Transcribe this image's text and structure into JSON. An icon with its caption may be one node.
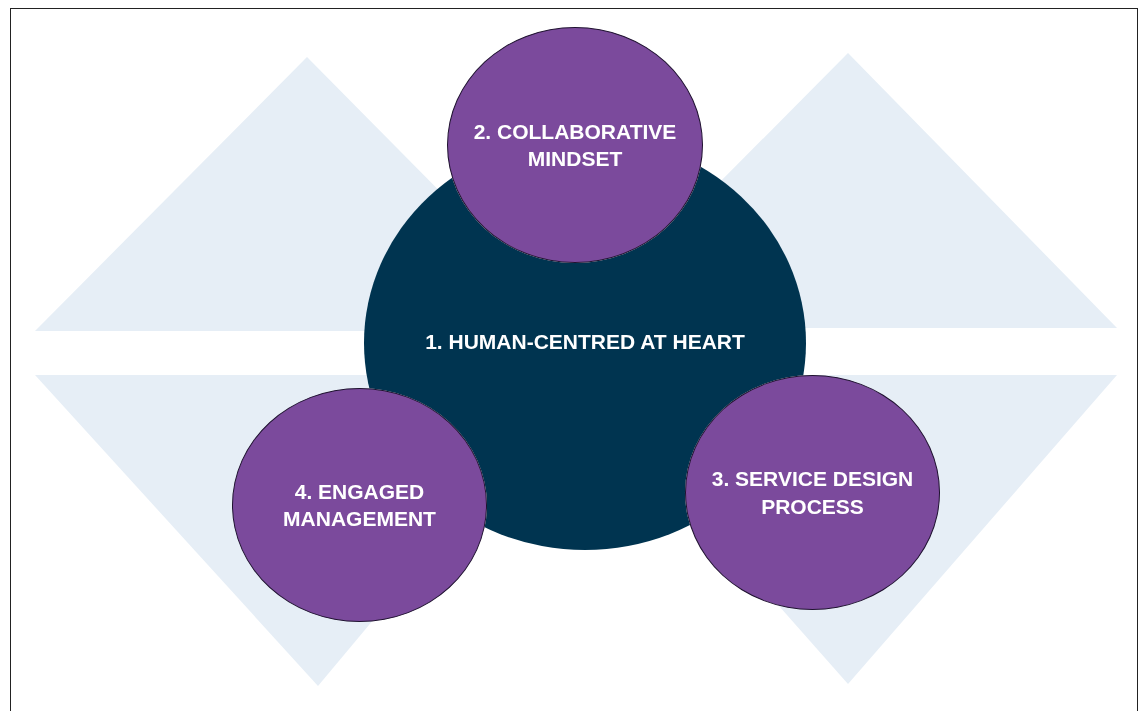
{
  "diagram": {
    "nodes": [
      {
        "text": [
          "1. HUMAN-CENTRED AT HEART"
        ]
      },
      {
        "text": [
          "2. COLLABORATIVE MINDSET"
        ]
      },
      {
        "text": [
          "3. SERVICE DESIGN PROCESS"
        ]
      },
      {
        "text": [
          "4. ENGAGED MANAGEMENT"
        ]
      }
    ]
  }
}
